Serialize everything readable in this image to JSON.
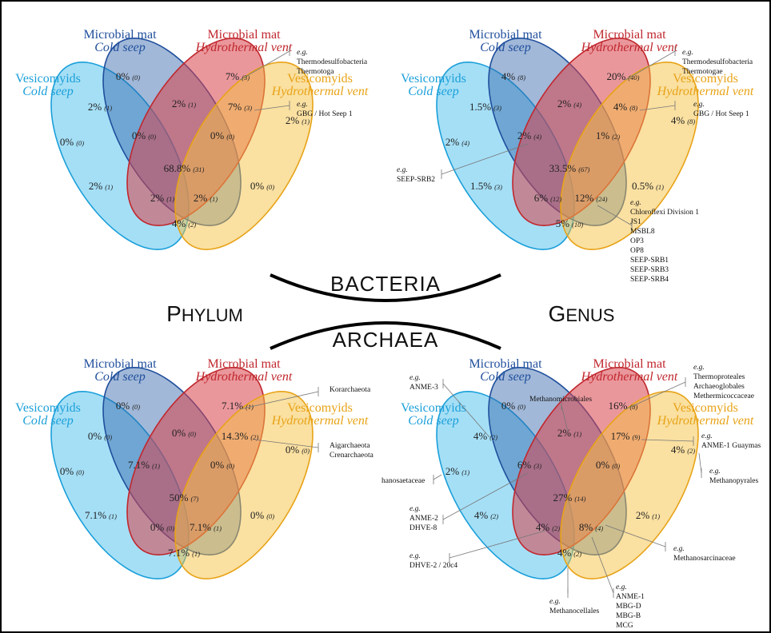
{
  "set_labels": {
    "cyan": {
      "line1": "Vesicomyids",
      "line2": "Cold seep",
      "color": "#1a9fd9"
    },
    "blue": {
      "line1": "Microbial mat",
      "line2": "Cold seep",
      "color": "#1f4e9c"
    },
    "red": {
      "line1": "Microbial mat",
      "line2": "Hydrothermal vent",
      "color": "#c0272d"
    },
    "yellow": {
      "line1": "Vesicomyids",
      "line2": "Hydrothermal vent",
      "color": "#e8a317"
    }
  },
  "center": {
    "top_word": "BACTERIA",
    "bottom_word": "ARCHAEA",
    "left_rank_first": "P",
    "left_rank_rest": "HYLUM",
    "right_rank_first": "G",
    "right_rank_rest": "ENUS"
  },
  "panels": [
    {
      "id": "bacteria-phylum",
      "regions": [
        {
          "key": "cyan",
          "pct": "0%",
          "count": "(0)"
        },
        {
          "key": "blue",
          "pct": "0%",
          "count": "(0)"
        },
        {
          "key": "red",
          "pct": "7%",
          "count": "(3)"
        },
        {
          "key": "yellow",
          "pct": "2%",
          "count": "(1)"
        },
        {
          "key": "cyan_blue",
          "pct": "2%",
          "count": "(1)"
        },
        {
          "key": "blue_red",
          "pct": "2%",
          "count": "(1)"
        },
        {
          "key": "red_yellow",
          "pct": "7%",
          "count": "(3)"
        },
        {
          "key": "cyan_blue_red",
          "pct": "0%",
          "count": "(0)"
        },
        {
          "key": "blue_red_yellow",
          "pct": "0%",
          "count": "(0)"
        },
        {
          "key": "all",
          "pct": "68.8%",
          "count": "(31)"
        },
        {
          "key": "cyan_red",
          "pct": "2%",
          "count": "(1)"
        },
        {
          "key": "blue_yellow",
          "pct": "0%",
          "count": "(0)"
        },
        {
          "key": "cyan_red_yellow",
          "pct": "2%",
          "count": "(1)"
        },
        {
          "key": "cyan_blue_yellow",
          "pct": "2%",
          "count": "(1)"
        },
        {
          "key": "cyan_yellow",
          "pct": "4%",
          "count": "(2)"
        }
      ],
      "annotations": [
        {
          "id": "red",
          "eg": "e.g.",
          "items": [
            "Thermodesulfobacteria",
            "Thermotoga"
          ]
        },
        {
          "id": "red_yellow",
          "eg": "e.g.",
          "items": [
            "GBG / Hot Seep 1"
          ]
        }
      ]
    },
    {
      "id": "bacteria-genus",
      "regions": [
        {
          "key": "cyan",
          "pct": "2%",
          "count": "(4)"
        },
        {
          "key": "blue",
          "pct": "4%",
          "count": "(8)"
        },
        {
          "key": "red",
          "pct": "20%",
          "count": "(40)"
        },
        {
          "key": "yellow",
          "pct": "4%",
          "count": "(8)"
        },
        {
          "key": "cyan_blue",
          "pct": "1.5%",
          "count": "(3)"
        },
        {
          "key": "blue_red",
          "pct": "2%",
          "count": "(4)"
        },
        {
          "key": "red_yellow",
          "pct": "4%",
          "count": "(8)"
        },
        {
          "key": "cyan_blue_red",
          "pct": "2%",
          "count": "(4)"
        },
        {
          "key": "blue_red_yellow",
          "pct": "1%",
          "count": "(2)"
        },
        {
          "key": "all",
          "pct": "33.5%",
          "count": "(67)"
        },
        {
          "key": "cyan_red",
          "pct": "1.5%",
          "count": "(3)"
        },
        {
          "key": "blue_yellow",
          "pct": "0.5%",
          "count": "(1)"
        },
        {
          "key": "cyan_red_yellow",
          "pct": "6%",
          "count": "(12)"
        },
        {
          "key": "cyan_blue_yellow",
          "pct": "12%",
          "count": "(24)"
        },
        {
          "key": "cyan_yellow",
          "pct": "5%",
          "count": "(10)"
        }
      ],
      "annotations": [
        {
          "id": "red",
          "eg": "e.g.",
          "items": [
            "Thermodesulfobacteria",
            "Thermotogae"
          ]
        },
        {
          "id": "red_yellow",
          "eg": "e.g.",
          "items": [
            "GBG / Hot Seep 1"
          ]
        },
        {
          "id": "cyan_blue_red",
          "eg": "e.g.",
          "items": [
            "SEEP-SRB2"
          ]
        },
        {
          "id": "cyan_blue_yellow",
          "eg": "e.g.",
          "items": [
            "Chloroflexi Division 1",
            "JS1",
            "MSBL8",
            "OP3",
            "OP8",
            "SEEP-SRB1",
            "SEEP-SRB3",
            "SEEP-SRB4"
          ]
        }
      ]
    },
    {
      "id": "archaea-phylum",
      "regions": [
        {
          "key": "cyan",
          "pct": "0%",
          "count": "(0)"
        },
        {
          "key": "blue",
          "pct": "0%",
          "count": "(0)"
        },
        {
          "key": "red",
          "pct": "7.1%",
          "count": "(1)"
        },
        {
          "key": "yellow",
          "pct": "0%",
          "count": "(0)"
        },
        {
          "key": "cyan_blue",
          "pct": "0%",
          "count": "(0)"
        },
        {
          "key": "blue_red",
          "pct": "0%",
          "count": "(0)"
        },
        {
          "key": "red_yellow",
          "pct": "14.3%",
          "count": "(2)"
        },
        {
          "key": "cyan_blue_red",
          "pct": "7.1%",
          "count": "(1)"
        },
        {
          "key": "blue_red_yellow",
          "pct": "0%",
          "count": "(0)"
        },
        {
          "key": "all",
          "pct": "50%",
          "count": "(7)"
        },
        {
          "key": "cyan_red",
          "pct": "7.1%",
          "count": "(1)"
        },
        {
          "key": "blue_yellow",
          "pct": "0%",
          "count": "(0)"
        },
        {
          "key": "cyan_red_yellow",
          "pct": "0%",
          "count": "(0)"
        },
        {
          "key": "cyan_blue_yellow",
          "pct": "7.1%",
          "count": "(1)"
        },
        {
          "key": "cyan_yellow",
          "pct": "7.1%",
          "count": "(1)"
        }
      ],
      "annotations": [
        {
          "id": "red",
          "eg": "",
          "items": [
            "Korarchaeota"
          ]
        },
        {
          "id": "red_yellow",
          "eg": "",
          "items": [
            "Aigarchaeota",
            "Crenarchaeota"
          ]
        }
      ]
    },
    {
      "id": "archaea-genus",
      "regions": [
        {
          "key": "cyan",
          "pct": "2%",
          "count": "(1)"
        },
        {
          "key": "blue",
          "pct": "0%",
          "count": "(0)"
        },
        {
          "key": "red",
          "pct": "16%",
          "count": "(8)"
        },
        {
          "key": "yellow",
          "pct": "4%",
          "count": "(2)"
        },
        {
          "key": "cyan_blue",
          "pct": "4%",
          "count": "(2)"
        },
        {
          "key": "blue_red",
          "pct": "2%",
          "count": "(1)"
        },
        {
          "key": "red_yellow",
          "pct": "17%",
          "count": "(9)"
        },
        {
          "key": "cyan_blue_red",
          "pct": "6%",
          "count": "(3)"
        },
        {
          "key": "blue_red_yellow",
          "pct": "0%",
          "count": "(0)"
        },
        {
          "key": "all",
          "pct": "27%",
          "count": "(14)"
        },
        {
          "key": "cyan_red",
          "pct": "4%",
          "count": "(2)"
        },
        {
          "key": "blue_yellow",
          "pct": "2%",
          "count": "(1)"
        },
        {
          "key": "cyan_red_yellow",
          "pct": "4%",
          "count": "(2)"
        },
        {
          "key": "cyan_blue_yellow",
          "pct": "8%",
          "count": "(4)"
        },
        {
          "key": "cyan_yellow",
          "pct": "4%",
          "count": "(2)"
        }
      ],
      "annotations": [
        {
          "id": "red",
          "eg": "e.g.",
          "items": [
            "Thermoproteales",
            "Archaeoglobales",
            "Methermicoccaceae"
          ]
        },
        {
          "id": "red_yellow",
          "eg": "e.g.",
          "items": [
            "ANME-1 Guaymas"
          ]
        },
        {
          "id": "yellow",
          "eg": "e.g.",
          "items": [
            "Methanopyrales"
          ]
        },
        {
          "id": "cyan",
          "eg": "",
          "items": [
            "hanosaetaceae"
          ]
        },
        {
          "id": "cyan_blue",
          "eg": "e.g.",
          "items": [
            "ANME-3"
          ]
        },
        {
          "id": "blue_red",
          "eg": "",
          "items": [
            "Methanomicrobiales"
          ]
        },
        {
          "id": "cyan_blue_red",
          "eg": "e.g.",
          "items": [
            "ANME-2",
            "DHVE-8"
          ]
        },
        {
          "id": "cyan_red",
          "eg": "e.g.",
          "items": [
            "DHVE-2 / 20c4"
          ]
        },
        {
          "id": "blue_yellow",
          "eg": "e.g.",
          "items": [
            "Methanosarcinaceae"
          ]
        },
        {
          "id": "cyan_yellow",
          "eg": "e.g.",
          "items": [
            "Methanocellales"
          ]
        },
        {
          "id": "cyan_blue_yellow",
          "eg": "e.g.",
          "items": [
            "ANME-1",
            "MBG-D",
            "MBG-B",
            "MCG"
          ]
        }
      ]
    }
  ]
}
